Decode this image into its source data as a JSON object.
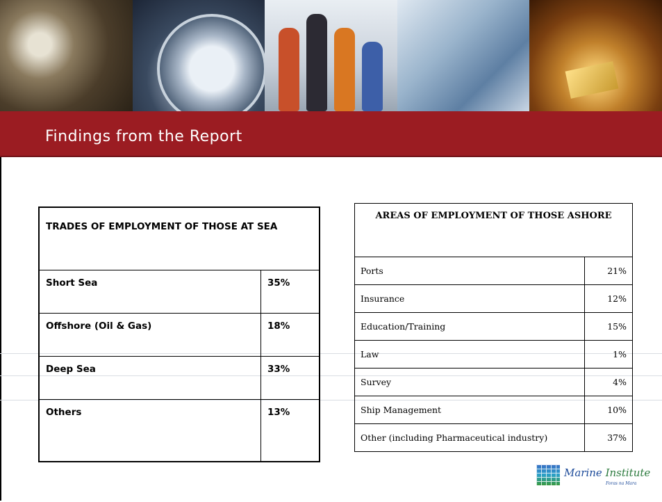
{
  "slide": {
    "title": "Findings from the Report"
  },
  "banner": {
    "panels": [
      "globe-sculpture-photo",
      "compass-photo",
      "people-walking-photo",
      "map-photo",
      "gold-scales-photo"
    ]
  },
  "sea_table": {
    "header": "TRADES OF EMPLOYMENT OF THOSE AT SEA",
    "rows": [
      {
        "label": "Short Sea",
        "value": "35%"
      },
      {
        "label": "Offshore (Oil & Gas)",
        "value": "18%"
      },
      {
        "label": "Deep Sea",
        "value": "33%"
      },
      {
        "label": "Others",
        "value": "13%"
      }
    ]
  },
  "ashore_table": {
    "header": "AREAS OF EMPLOYMENT OF THOSE ASHORE",
    "rows": [
      {
        "label": "Ports",
        "value": "21%"
      },
      {
        "label": "Insurance",
        "value": "12%"
      },
      {
        "label": "Education/Training",
        "value": "15%"
      },
      {
        "label": "Law",
        "value": "1%"
      },
      {
        "label": "Survey",
        "value": "4%"
      },
      {
        "label": "Ship Management",
        "value": "10%"
      },
      {
        "label": "Other (including Pharmaceutical industry)",
        "value": "37%"
      }
    ]
  },
  "logo": {
    "name_part1": "Marine ",
    "name_part2": "Institute",
    "tagline": "Foras na Mara"
  },
  "colors": {
    "title_band": "#9b1c22",
    "title_text": "#ffffff"
  }
}
